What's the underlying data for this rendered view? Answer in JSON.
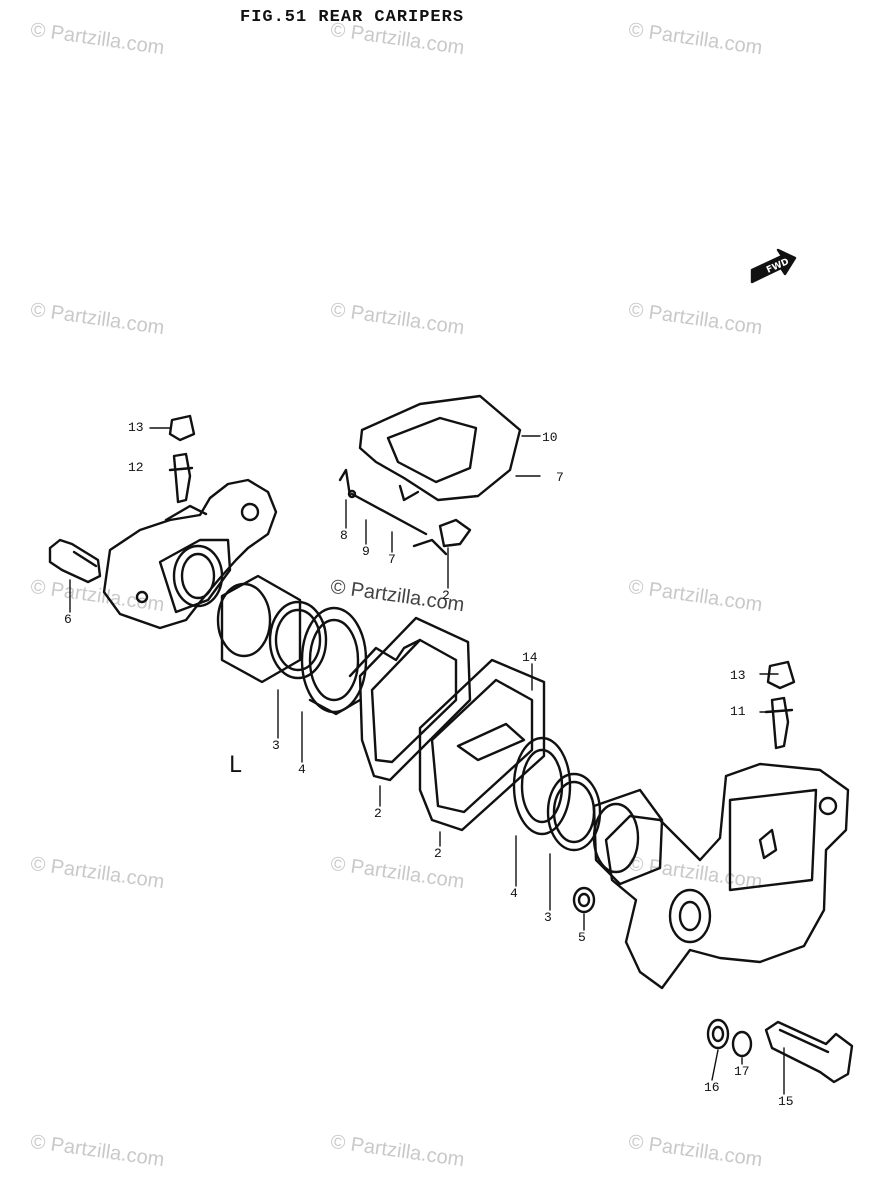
{
  "title": "FIG.51  REAR CARIPERS",
  "watermark": "© Partzilla.com",
  "fwd_label": "FWD",
  "side_mark": "L",
  "callouts": [
    "13",
    "12",
    "6",
    "10",
    "7",
    "8",
    "9",
    "7",
    "2",
    "3",
    "4",
    "2",
    "2",
    "14",
    "13",
    "11",
    "4",
    "3",
    "5",
    "16",
    "17",
    "15"
  ]
}
